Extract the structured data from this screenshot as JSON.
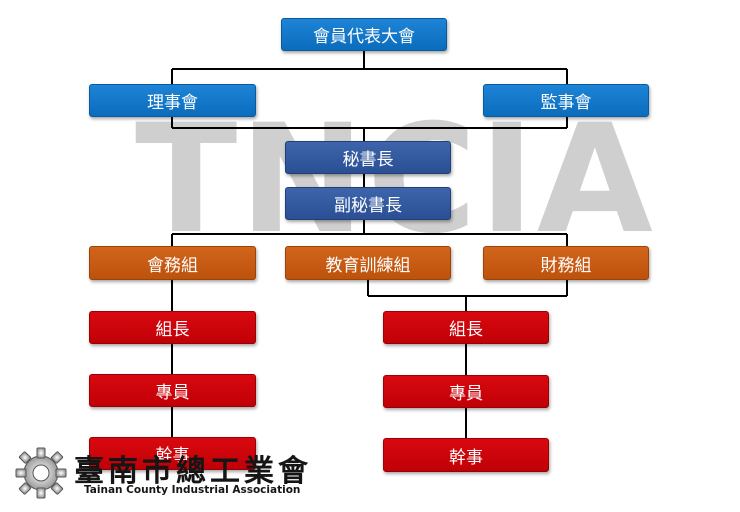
{
  "watermark": "TNCIA",
  "nodes": {
    "assembly": "會員代表大會",
    "board_directors": "理事會",
    "board_supervisors": "監事會",
    "secretary_general": "秘書長",
    "deputy_secretary_general": "副秘書長",
    "dept_affairs": "會務組",
    "dept_education": "教育訓練組",
    "dept_finance": "財務組",
    "left_team": {
      "leader": "組長",
      "specialist": "專員",
      "officer": "幹事"
    },
    "right_team": {
      "leader": "組長",
      "specialist": "專員",
      "officer": "幹事"
    }
  },
  "logo": {
    "title": "臺南市總工業會",
    "subtitle": "Tainan County Industrial Association"
  },
  "colors": {
    "top_level": "#0a6cbd",
    "secretariat": "#2a4f94",
    "departments": "#bd520c",
    "staff": "#c00007",
    "connector": "#000000"
  }
}
